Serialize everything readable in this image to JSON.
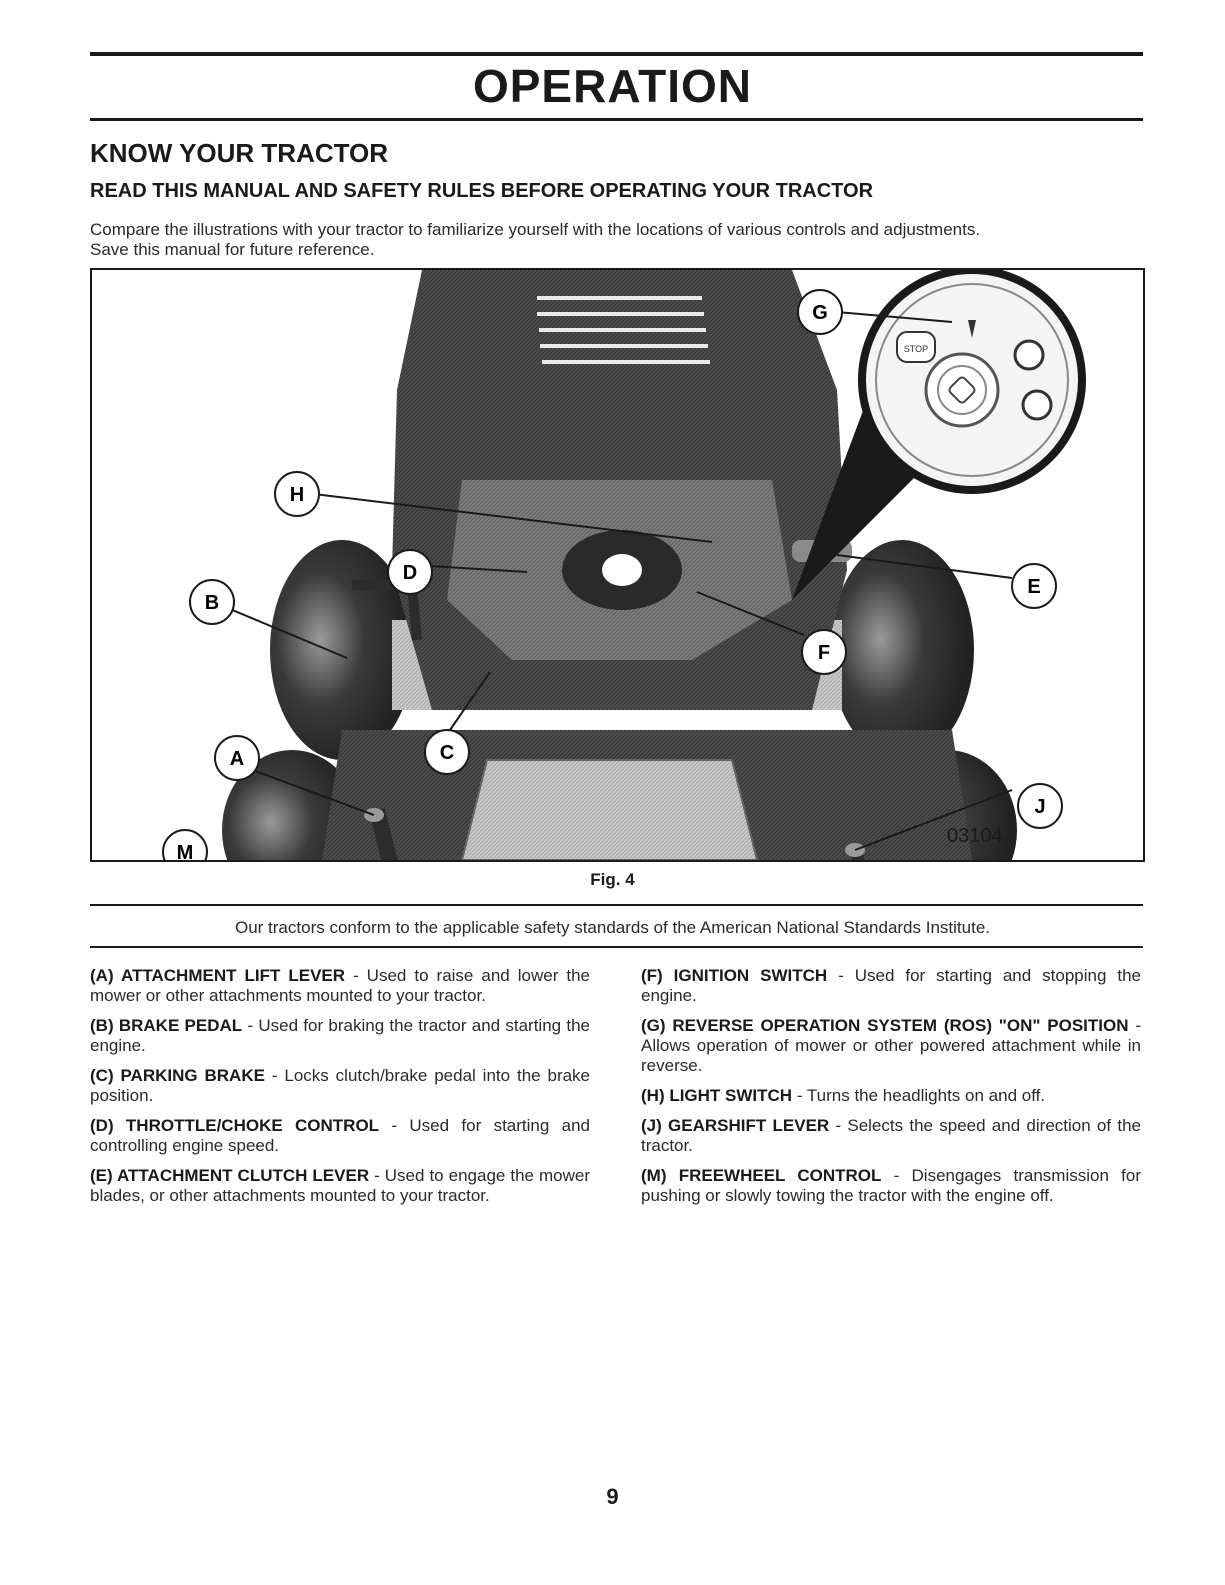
{
  "page": {
    "title": "OPERATION",
    "section_heading": "KNOW YOUR TRACTOR",
    "sub_heading": "READ THIS MANUAL AND SAFETY RULES BEFORE OPERATING YOUR TRACTOR",
    "intro_line1": "Compare the illustrations with your tractor to familiarize yourself with the locations of various controls and adjustments.",
    "intro_line2": "Save this manual for future reference.",
    "figure_caption": "Fig. 4",
    "standards_note": "Our tractors conform to the applicable safety standards of the American National Standards Institute.",
    "page_number": "9"
  },
  "figure": {
    "image_code": "03104",
    "callouts": {
      "a": "A",
      "b": "B",
      "c": "C",
      "d": "D",
      "e": "E",
      "f": "F",
      "g": "G",
      "h": "H",
      "j": "J",
      "m": "M"
    },
    "switch_labels": {
      "stop": "STOP"
    }
  },
  "descriptions": {
    "left": [
      {
        "term": "(A) ATTACHMENT LIFT LEVER",
        "text": " - Used to raise and lower the mower or other attachments mounted to your tractor."
      },
      {
        "term": "(B) BRAKE PEDAL",
        "text": " - Used for braking the tractor and starting the engine."
      },
      {
        "term": "(C) PARKING BRAKE",
        "text": " - Locks clutch/brake pedal into the brake position."
      },
      {
        "term": "(D) THROTTLE/CHOKE CONTROL",
        "text": " - Used for starting and controlling engine speed."
      },
      {
        "term": "(E) ATTACHMENT CLUTCH LEVER",
        "text": " - Used to engage the mower blades, or other attachments mounted to your tractor."
      }
    ],
    "right": [
      {
        "term": "(F) IGNITION SWITCH",
        "text": " - Used for starting and stopping the engine."
      },
      {
        "term": "(G) REVERSE OPERATION SYSTEM (ROS) \"ON\" POSITION",
        "text": " - Allows operation of mower or other powered attachment while in reverse."
      },
      {
        "term": "(H) LIGHT SWITCH",
        "text": " - Turns the headlights on and off."
      },
      {
        "term": "(J) GEARSHIFT LEVER",
        "text": " - Selects the speed and direction of the tractor."
      },
      {
        "term": "(M) FREEWHEEL CONTROL",
        "text": " - Disengages transmission for pushing or slowly towing the tractor with the engine off."
      }
    ]
  }
}
